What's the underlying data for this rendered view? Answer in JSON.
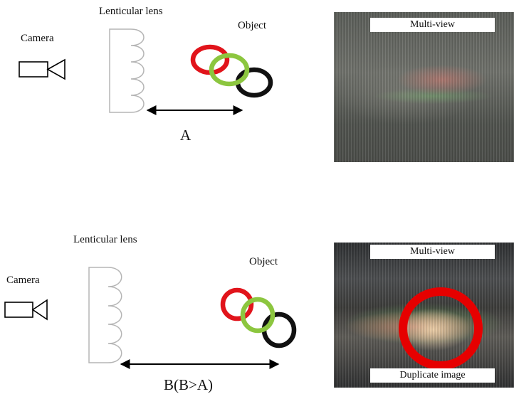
{
  "panels": [
    {
      "camera_label": "Camera",
      "lens_label": "Lenticular lens",
      "object_label": "Object",
      "distance_label": "A",
      "photo": {
        "caption_top": "Multi-view",
        "caption_bottom": ""
      }
    },
    {
      "camera_label": "Camera",
      "lens_label": "Lenticular lens",
      "object_label": "Object",
      "distance_label": "B(B>A)",
      "photo": {
        "caption_top": "Multi-view",
        "caption_bottom": "Duplicate image"
      }
    }
  ],
  "colors": {
    "ring_red": "#e1141b",
    "ring_green": "#8cc63f",
    "ring_black": "#111111",
    "lens": "#b5b5b5",
    "highlight_circle": "#e60000"
  },
  "icons": [
    "camera-icon",
    "lenticular-lens-icon",
    "rings-object-icon",
    "double-arrow-icon"
  ]
}
